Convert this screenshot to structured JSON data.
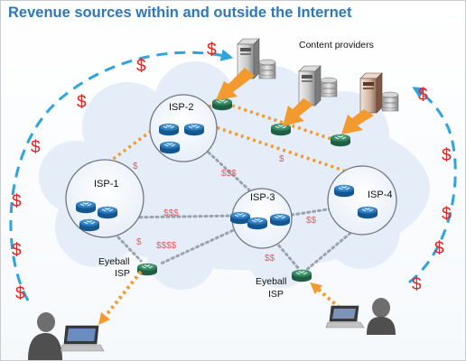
{
  "title": "Revenue sources within and outside the Internet",
  "labels": {
    "content_providers": "Content providers",
    "isp1": "ISP-1",
    "isp2": "ISP-2",
    "isp3": "ISP-3",
    "isp4": "ISP-4",
    "eyeball_word": "Eyeball",
    "isp_word": "ISP"
  },
  "link_revenue": {
    "isp2_isp1": "$",
    "isp2_isp3": "$$$",
    "isp2_isp4": "$",
    "isp1_isp3": "$$$",
    "isp3_isp4": "$$",
    "isp1_eyeball": "$",
    "isp3_eyeball_left": "$$$$",
    "isp3_eyeball_right": "$$"
  },
  "outer_revenue": [
    "$",
    "$",
    "$",
    "$",
    "$",
    "$",
    "$",
    "$",
    "$",
    "$",
    "$",
    "$"
  ],
  "colors": {
    "title": "#2f77b8",
    "cloud": "#e4edf8",
    "router_blue": "#1f6fb2",
    "router_green": "#2f8a64",
    "peering_link": "#f29a2e",
    "transit_link": "#9aa3ad",
    "cash_flow": "#2ea3dc",
    "dollar": "#e02424"
  },
  "icons": [
    "router-icon",
    "server-icon",
    "storage-icon",
    "laptop-icon",
    "user-icon"
  ]
}
